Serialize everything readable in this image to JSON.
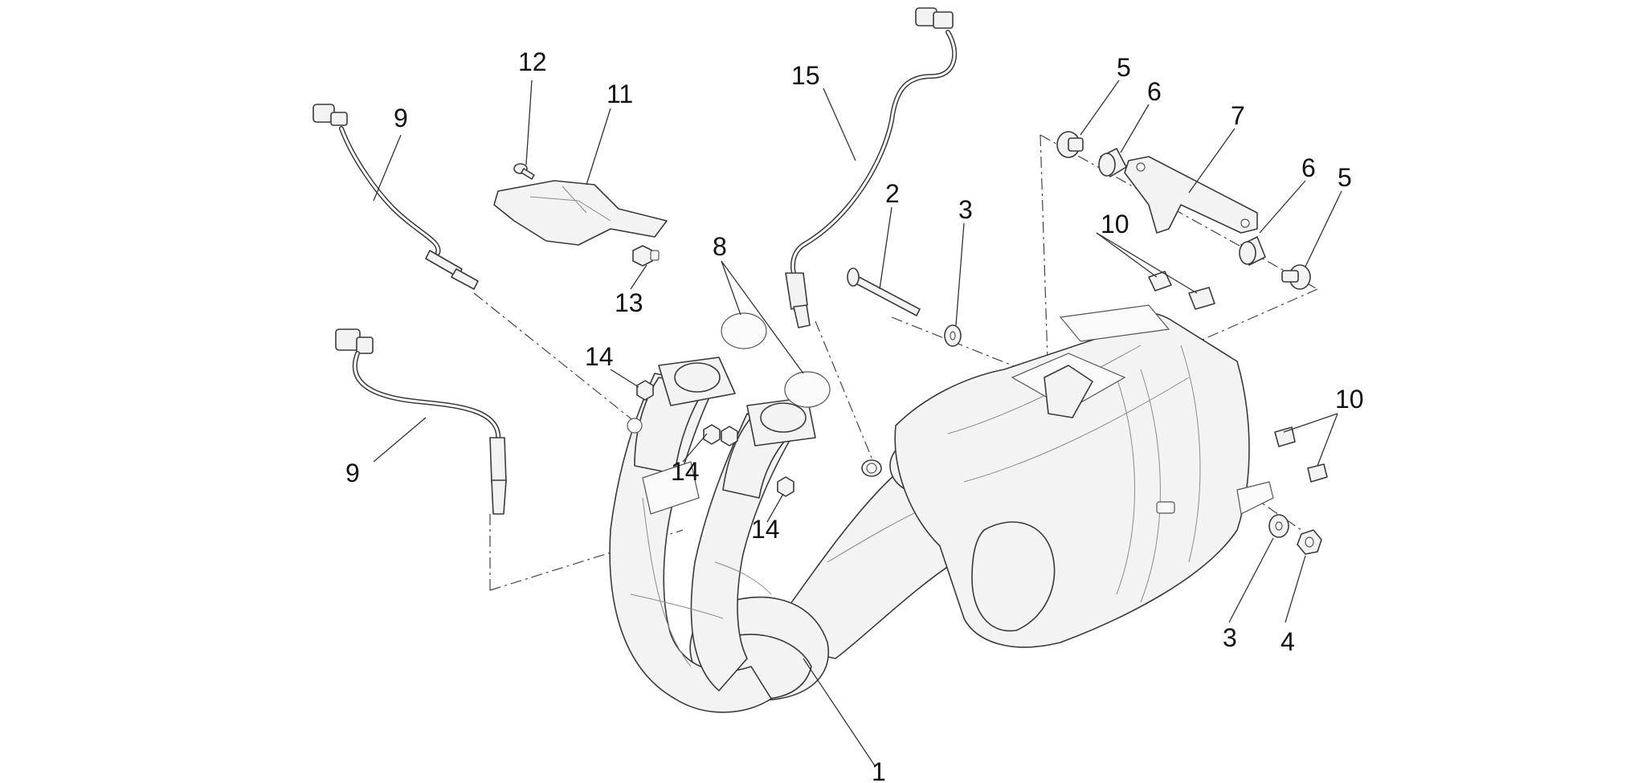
{
  "callouts": {
    "c1": "1",
    "c2": "2",
    "c3a": "3",
    "c3b": "3",
    "c4": "4",
    "c5a": "5",
    "c5b": "5",
    "c6a": "6",
    "c6b": "6",
    "c7": "7",
    "c8": "8",
    "c9a": "9",
    "c9b": "9",
    "c10a": "10",
    "c10b": "10",
    "c11": "11",
    "c12": "12",
    "c13": "13",
    "c14a": "14",
    "c14b": "14",
    "c14c": "14",
    "c15": "15"
  }
}
